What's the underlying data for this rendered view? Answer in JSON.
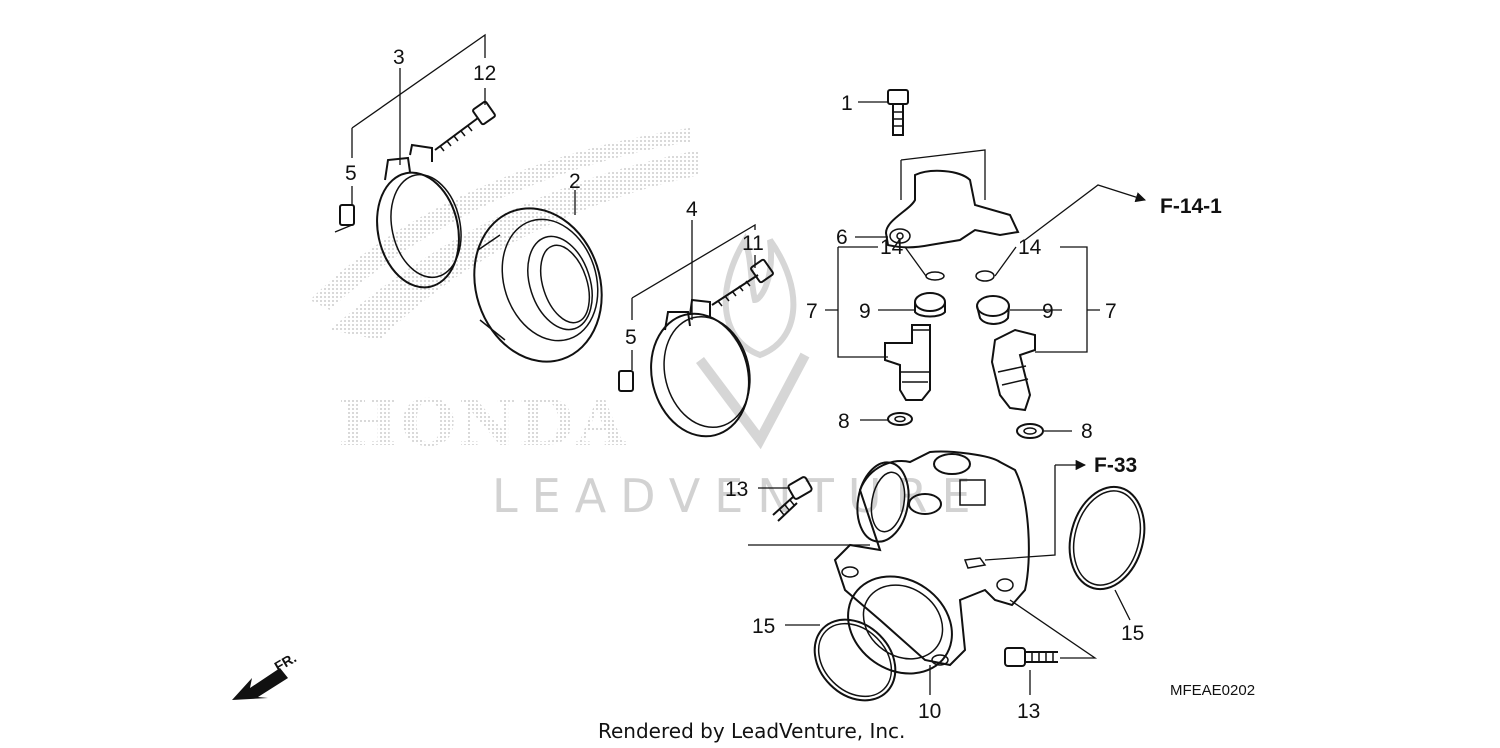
{
  "diagram": {
    "callouts": [
      "1",
      "2",
      "3",
      "4",
      "5",
      "6",
      "7",
      "8",
      "9",
      "10",
      "11",
      "12",
      "13",
      "14",
      "15"
    ],
    "references": [
      "F-14-1",
      "F-33"
    ],
    "diagram_code": "MFEAE0202",
    "direction_label": "FR.",
    "credit": "Rendered by LeadVenture, Inc.",
    "watermark_brand": "HONDA",
    "watermark_dealer": "LEADVENTURE"
  }
}
